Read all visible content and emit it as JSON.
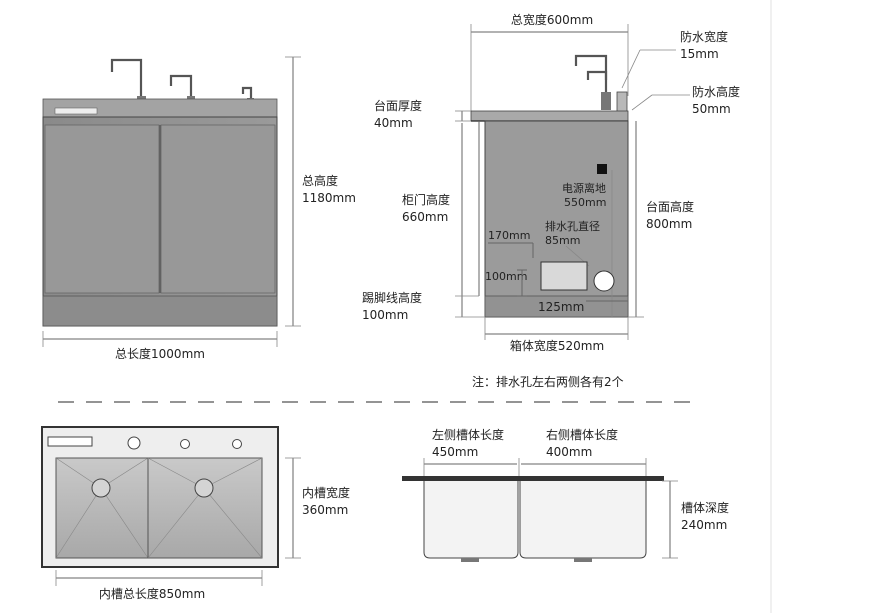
{
  "front_view": {
    "total_height_label": "总高度",
    "total_height_value": "1180mm",
    "total_length": "总长度1000mm"
  },
  "side_view": {
    "total_width": "总宽度600mm",
    "waterproof_width_label": "防水宽度",
    "waterproof_width_value": "15mm",
    "waterproof_height_label": "防水高度",
    "waterproof_height_value": "50mm",
    "counter_thickness_label": "台面厚度",
    "counter_thickness_value": "40mm",
    "door_height_label": "柜门高度",
    "door_height_value": "660mm",
    "counter_height_label": "台面高度",
    "counter_height_value": "800mm",
    "power_label": "电源离地",
    "power_value": "550mm",
    "drain_label": "排水孔直径",
    "drain_value": "85mm",
    "drain_width": "170mm",
    "drain_height": "100mm",
    "drain_offset": "125mm",
    "kick_label": "踢脚线高度",
    "kick_value": "100mm",
    "box_width": "箱体宽度520mm"
  },
  "note": "注：排水孔左右两侧各有2个",
  "top_view": {
    "inner_width_label": "内槽宽度",
    "inner_width_value": "360mm",
    "inner_length": "内槽总长度850mm"
  },
  "section_view": {
    "left_bowl_label": "左侧槽体长度",
    "left_bowl_value": "450mm",
    "right_bowl_label": "右侧槽体长度",
    "right_bowl_value": "400mm",
    "depth_label": "槽体深度",
    "depth_value": "240mm"
  },
  "colors": {
    "cabinet_body": "#8e8e8e",
    "cabinet_door": "#969696",
    "counter_top": "#a9a9a9",
    "sink_basin": "#b5b5b5",
    "dark_edge": "#333333"
  }
}
